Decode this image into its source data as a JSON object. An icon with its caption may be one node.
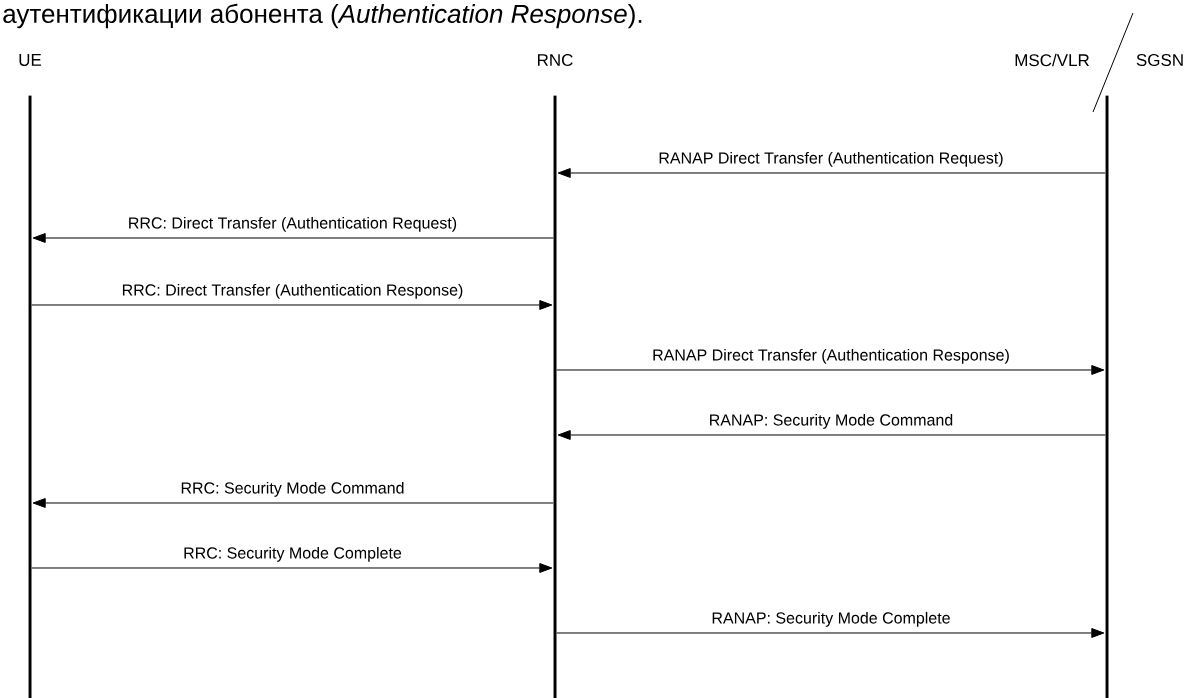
{
  "diagram": {
    "caption": "аутентификации абонента (*Authentication Response*).",
    "nodes": [
      {
        "text": [
          "UE"
        ]
      },
      {
        "text": [
          "RNC"
        ]
      },
      {
        "text": [
          "MSC/VLR",
          "SGSN"
        ]
      }
    ],
    "edges": [
      {
        "from": 2,
        "to": 1,
        "arrow": "to",
        "label": "RANAP Direct Transfer (Authentication Request)"
      },
      {
        "from": 1,
        "to": 0,
        "arrow": "to",
        "label": "RRC: Direct Transfer (Authentication Request)"
      },
      {
        "from": 0,
        "to": 1,
        "arrow": "to",
        "label": "RRC: Direct Transfer (Authentication Response)"
      },
      {
        "from": 1,
        "to": 2,
        "arrow": "to",
        "label": "RANAP Direct Transfer (Authentication Response)"
      },
      {
        "from": 2,
        "to": 1,
        "arrow": "to",
        "label": "RANAP: Security Mode Command"
      },
      {
        "from": 1,
        "to": 0,
        "arrow": "to",
        "label": "RRC: Security Mode Command"
      },
      {
        "from": 0,
        "to": 1,
        "arrow": "to",
        "label": "RRC: Security Mode Complete"
      },
      {
        "from": 1,
        "to": 2,
        "arrow": "to",
        "label": "RANAP: Security Mode Complete"
      }
    ]
  }
}
